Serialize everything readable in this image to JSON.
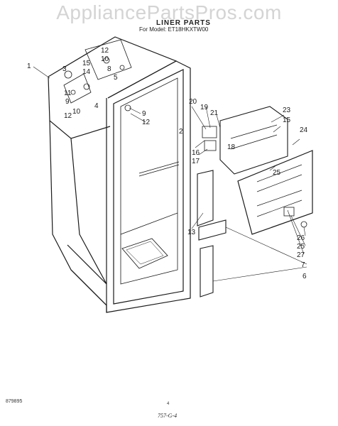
{
  "header": {
    "watermark": "AppliancePartsPros.com",
    "title": "LINER PARTS",
    "model": "For Model: ET18HKXTW00"
  },
  "footer": {
    "doc_number": "879895",
    "page_number": "4",
    "ref_code": "757-G-4"
  },
  "callouts": [
    "1",
    "12",
    "10",
    "8",
    "3",
    "15",
    "14",
    "5",
    "4",
    "11",
    "9",
    "10",
    "12",
    "9",
    "12",
    "20",
    "19",
    "21",
    "2",
    "18",
    "16",
    "17",
    "23",
    "15",
    "24",
    "25",
    "13",
    "26",
    "25",
    "27",
    "7",
    "6"
  ],
  "colors": {
    "line": "#1a1a1a",
    "watermark": "#d4d4d4"
  }
}
